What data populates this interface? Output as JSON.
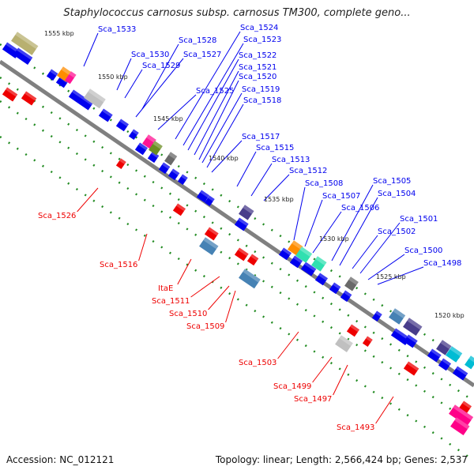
{
  "title": "Staphylococcus carnosus subsp. carnosus TM300, complete geno...",
  "footer": {
    "accession": "Accession: NC_012121",
    "summary": "Topology: linear; Length: 2,566,424 bp; Genes: 2,537"
  },
  "colors": {
    "forward": "#0000ee",
    "reverse": "#ee0000",
    "backbone": "#808080",
    "tick": "#228b22"
  },
  "scale_marks": [
    "1555 kbp",
    "1550 kbp",
    "1545 kbp",
    "1540 kbp",
    "1535 kbp",
    "1530 kbp",
    "1525 kbp",
    "1520 kbp"
  ],
  "forward_labels": [
    "Sca_1533",
    "Sca_1530",
    "Sca_1529",
    "Sca_1528",
    "Sca_1527",
    "Sca_1525",
    "Sca_1524",
    "Sca_1523",
    "Sca_1522",
    "Sca_1521",
    "Sca_1520",
    "Sca_1519",
    "Sca_1518",
    "Sca_1517",
    "Sca_1515",
    "Sca_1513",
    "Sca_1512",
    "Sca_1508",
    "Sca_1507",
    "Sca_1506",
    "Sca_1505",
    "Sca_1504",
    "Sca_1502",
    "Sca_1501",
    "Sca_1500",
    "Sca_1498"
  ],
  "reverse_labels": [
    "Sca_1526",
    "Sca_1516",
    "ItaE",
    "Sca_1511",
    "Sca_1510",
    "Sca_1509",
    "Sca_1503",
    "Sca_1499",
    "Sca_1497",
    "Sca_1493"
  ],
  "feature_colors": [
    "#b8b070",
    "#ff8c00",
    "#ff1493",
    "#c0c0c0",
    "#6b8e23",
    "#696969",
    "#483d8b",
    "#2fe0b0",
    "#00bcd4",
    "#4682b4",
    "#ff0088"
  ]
}
